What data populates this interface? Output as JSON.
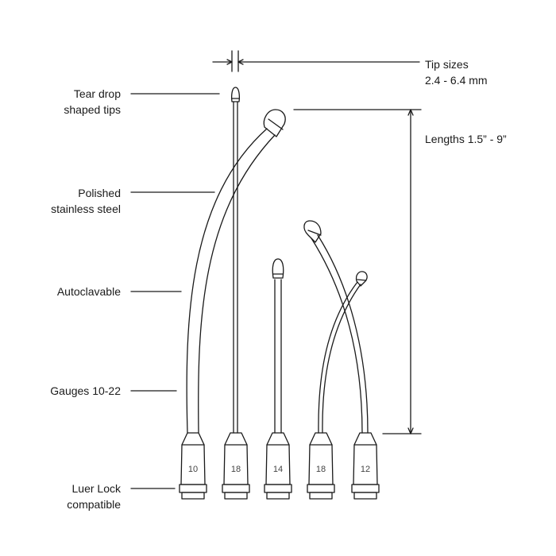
{
  "callouts": {
    "tear_drop_line1": "Tear drop",
    "tear_drop_line2": "shaped tips",
    "polished_line1": "Polished",
    "polished_line2": "stainless steel",
    "autoclavable": "Autoclavable",
    "gauges": "Gauges 10-22",
    "luer_line1": "Luer Lock",
    "luer_line2": "compatible"
  },
  "dimensions": {
    "tip_sizes_line1": "Tip sizes",
    "tip_sizes_line2": "2.4 - 6.4 mm",
    "lengths": "Lengths 1.5” - 9”"
  },
  "needles": {
    "gauge_labels": [
      "10",
      "18",
      "14",
      "18",
      "12"
    ]
  },
  "colors": {
    "stroke": "#1a1a1a",
    "text": "#1a1a1a"
  }
}
